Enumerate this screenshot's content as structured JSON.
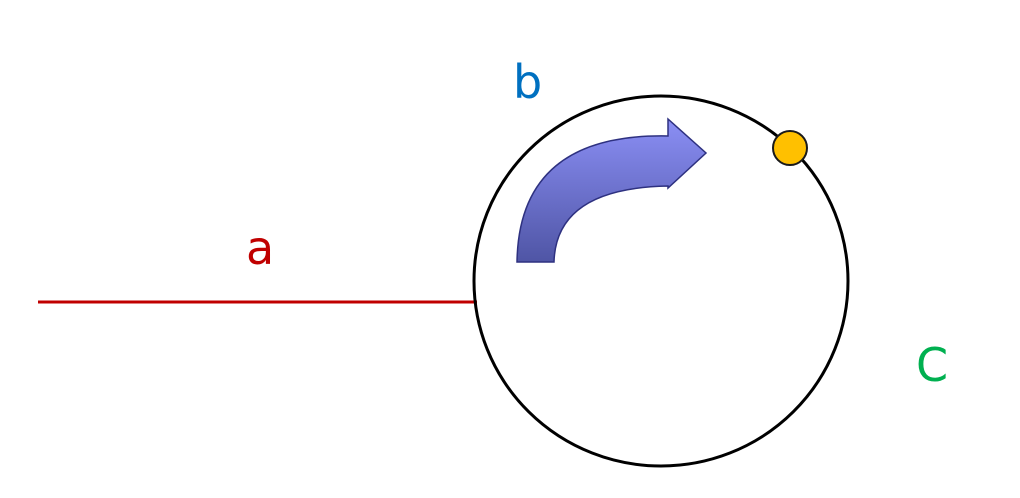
{
  "labels": {
    "a": "a",
    "b": "b",
    "c": "C"
  },
  "colors": {
    "label_a": "#c00000",
    "label_b": "#0070c0",
    "label_c": "#00b050",
    "line": "#c00000",
    "circle_stroke": "#000000",
    "arrow_fill_top": "#8b8ff5",
    "arrow_fill_bottom": "#4f55a5",
    "arrow_stroke": "#2e3180",
    "dot_fill": "#ffc000",
    "dot_stroke": "#1a1a1a"
  }
}
